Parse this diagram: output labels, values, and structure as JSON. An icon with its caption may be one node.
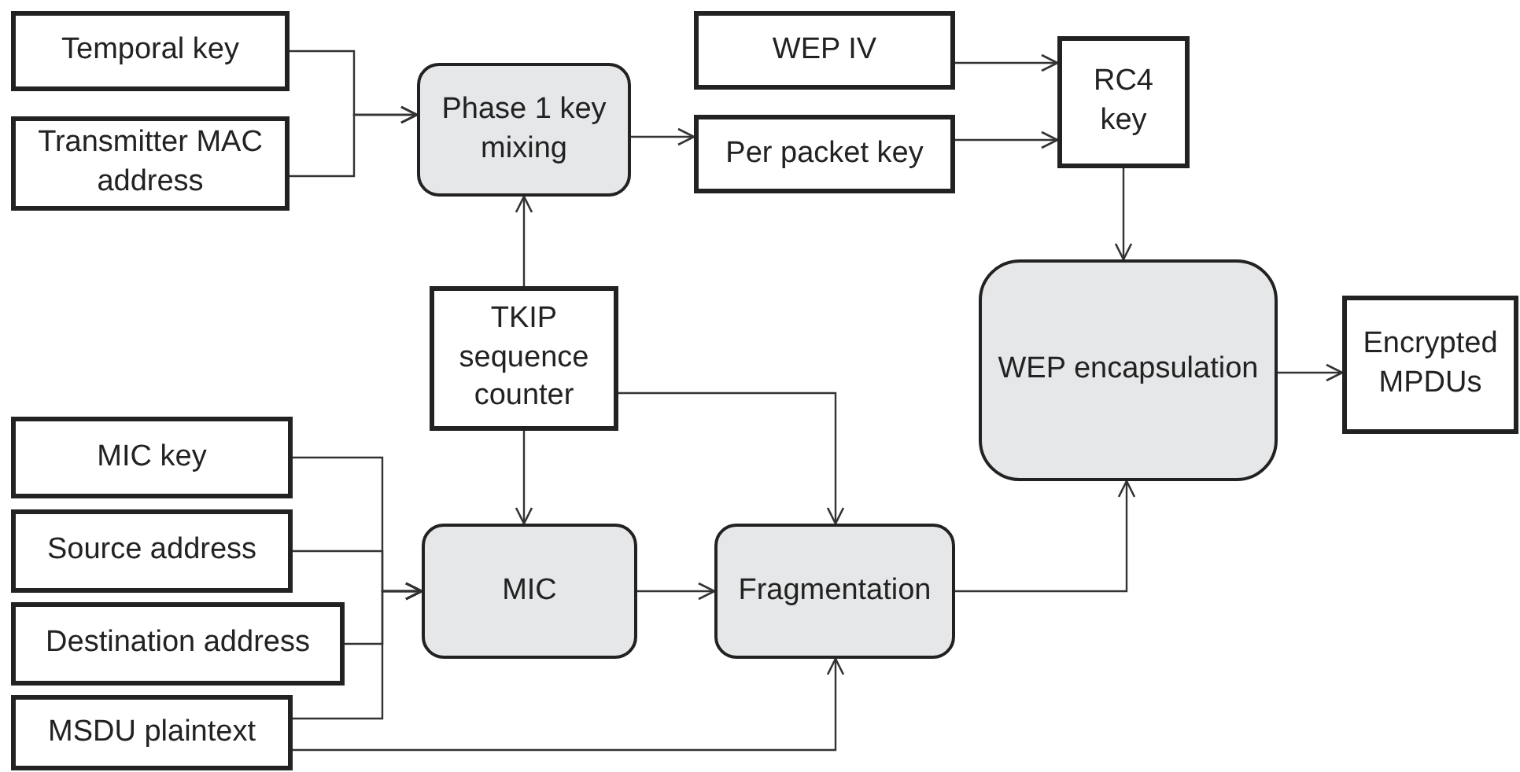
{
  "diagram": {
    "nodes": [
      {
        "text": [
          "Temporal key"
        ]
      },
      {
        "text": [
          "Transmitter MAC address"
        ]
      },
      {
        "text": [
          "Phase 1 key mixing"
        ]
      },
      {
        "text": [
          "WEP IV"
        ]
      },
      {
        "text": [
          "Per packet key"
        ]
      },
      {
        "text": [
          "RC4 key"
        ]
      },
      {
        "text": [
          "TKIP sequence counter"
        ]
      },
      {
        "text": [
          "WEP encapsulation"
        ]
      },
      {
        "text": [
          "Encrypted MPDUs"
        ]
      },
      {
        "text": [
          "MIC key"
        ]
      },
      {
        "text": [
          "Source address"
        ]
      },
      {
        "text": [
          "Destination address"
        ]
      },
      {
        "text": [
          "MSDU plaintext"
        ]
      },
      {
        "text": [
          "MIC"
        ]
      },
      {
        "text": [
          "Fragmentation"
        ]
      }
    ],
    "edges": [
      {
        "from": 0,
        "to": 2,
        "arrow": "to"
      },
      {
        "from": 1,
        "to": 2,
        "arrow": "to"
      },
      {
        "from": 2,
        "to": 4,
        "arrow": "to"
      },
      {
        "from": 3,
        "to": 5,
        "arrow": "to"
      },
      {
        "from": 4,
        "to": 5,
        "arrow": "to"
      },
      {
        "from": 6,
        "to": 2,
        "arrow": "to"
      },
      {
        "from": 5,
        "to": 7,
        "arrow": "to"
      },
      {
        "from": 6,
        "to": 14,
        "arrow": "to"
      },
      {
        "from": 6,
        "to": 13,
        "arrow": "to"
      },
      {
        "from": 7,
        "to": 8,
        "arrow": "to"
      },
      {
        "from": 9,
        "to": 13,
        "arrow": "to"
      },
      {
        "from": 10,
        "to": 13,
        "arrow": "to"
      },
      {
        "from": 11,
        "to": 13,
        "arrow": "to"
      },
      {
        "from": 12,
        "to": 13,
        "arrow": "to"
      },
      {
        "from": 13,
        "to": 14,
        "arrow": "to"
      },
      {
        "from": 14,
        "to": 7,
        "arrow": "to"
      },
      {
        "from": 12,
        "to": 14,
        "arrow": "to"
      }
    ]
  }
}
